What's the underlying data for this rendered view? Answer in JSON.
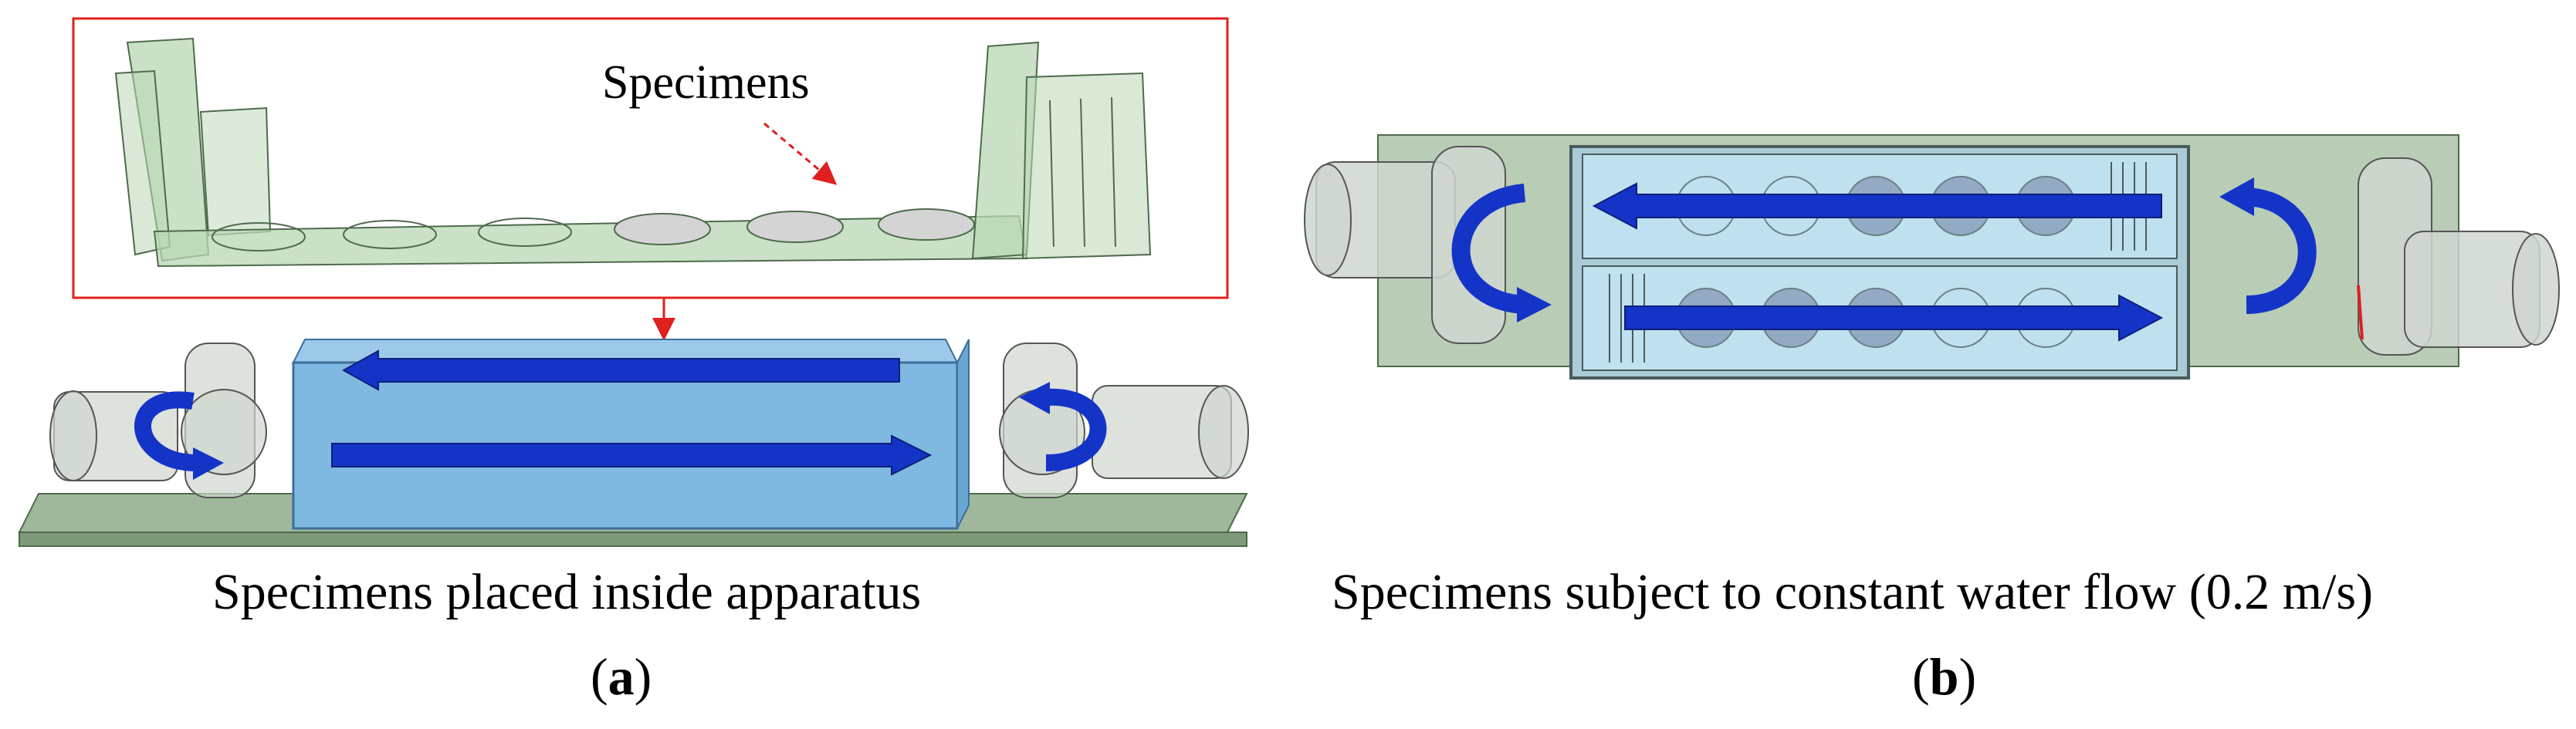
{
  "panel_a": {
    "callout_label": "Specimens",
    "caption": "Specimens placed inside apparatus",
    "label_open": "(",
    "label_letter": "a",
    "label_close": ")"
  },
  "panel_b": {
    "caption": "Specimens subject to constant water flow (0.2 m/s)",
    "label_open": "(",
    "label_letter": "b",
    "label_close": ")"
  },
  "colors": {
    "frame_red": "#e0201e",
    "glass_green": "#b9d7b4",
    "glass_edge": "#4e6a4c",
    "water_blue": "#7fb8e0",
    "arrow_blue": "#1434c8",
    "specimen_grey": "#d4d4d4"
  }
}
